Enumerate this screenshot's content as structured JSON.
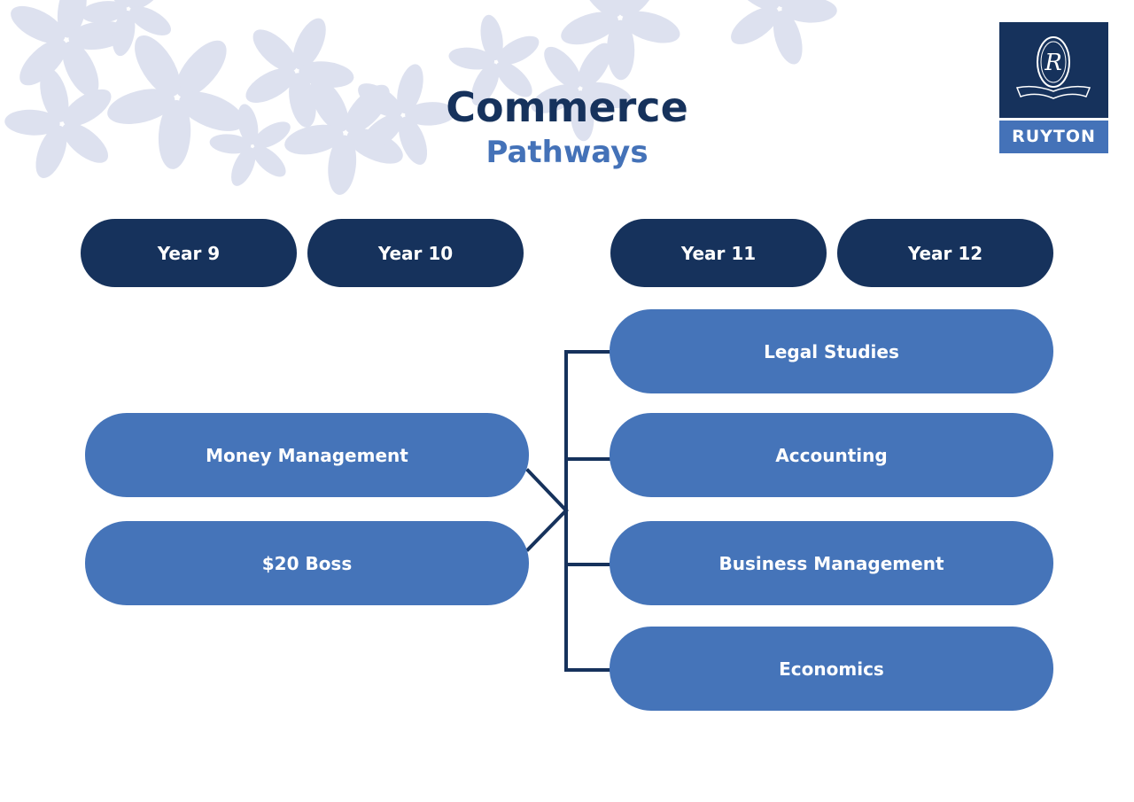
{
  "header": {
    "title": "Commerce",
    "subtitle": "Pathways"
  },
  "logo": {
    "name": "RUYTON",
    "emblem_letter": "R"
  },
  "years": [
    {
      "label": "Year 9"
    },
    {
      "label": "Year 10"
    },
    {
      "label": "Year 11"
    },
    {
      "label": "Year 12"
    }
  ],
  "junior_subjects": [
    {
      "label": "Money Management"
    },
    {
      "label": "$20 Boss"
    }
  ],
  "senior_subjects": [
    {
      "label": "Legal Studies"
    },
    {
      "label": "Accounting"
    },
    {
      "label": "Business Management"
    },
    {
      "label": "Economics"
    }
  ],
  "colors": {
    "navy": "#16325c",
    "blue": "#4574b9",
    "flower": "#dde1ef"
  }
}
